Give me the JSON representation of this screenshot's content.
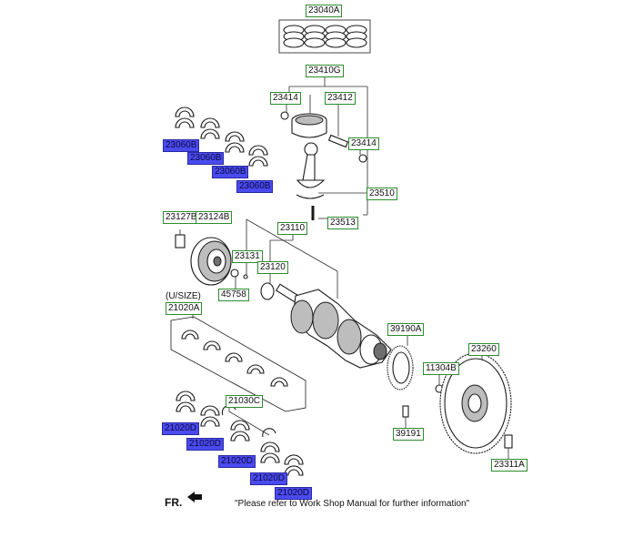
{
  "labels": {
    "l23040A": "23040A",
    "l23410G": "23410G",
    "l23414a": "23414",
    "l23412": "23412",
    "l23414b": "23414",
    "l23510": "23510",
    "l23513": "23513",
    "l23060B1": "23060B",
    "l23060B2": "23060B",
    "l23060B3": "23060B",
    "l23060B4": "23060B",
    "l23127B": "23127B",
    "l23124B": "23124B",
    "l23110": "23110",
    "l23131": "23131",
    "l23120": "23120",
    "l45758": "45758",
    "l21020A": "21020A",
    "l21030C": "21030C",
    "l39190A": "39190A",
    "l11304B": "11304B",
    "l23260": "23260",
    "l39191": "39191",
    "l23311A": "23311A",
    "l21020D1": "21020D",
    "l21020D2": "21020D",
    "l21020D3": "21020D",
    "l21020D4": "21020D",
    "l21020D5": "21020D"
  },
  "usize": "(U/SIZE)",
  "fr_label": "FR.",
  "note": "\"Please refer to Work Shop Manual for further information\"",
  "colors": {
    "label_border": "#2e8b2e",
    "highlight_label": "#4a4af0"
  }
}
